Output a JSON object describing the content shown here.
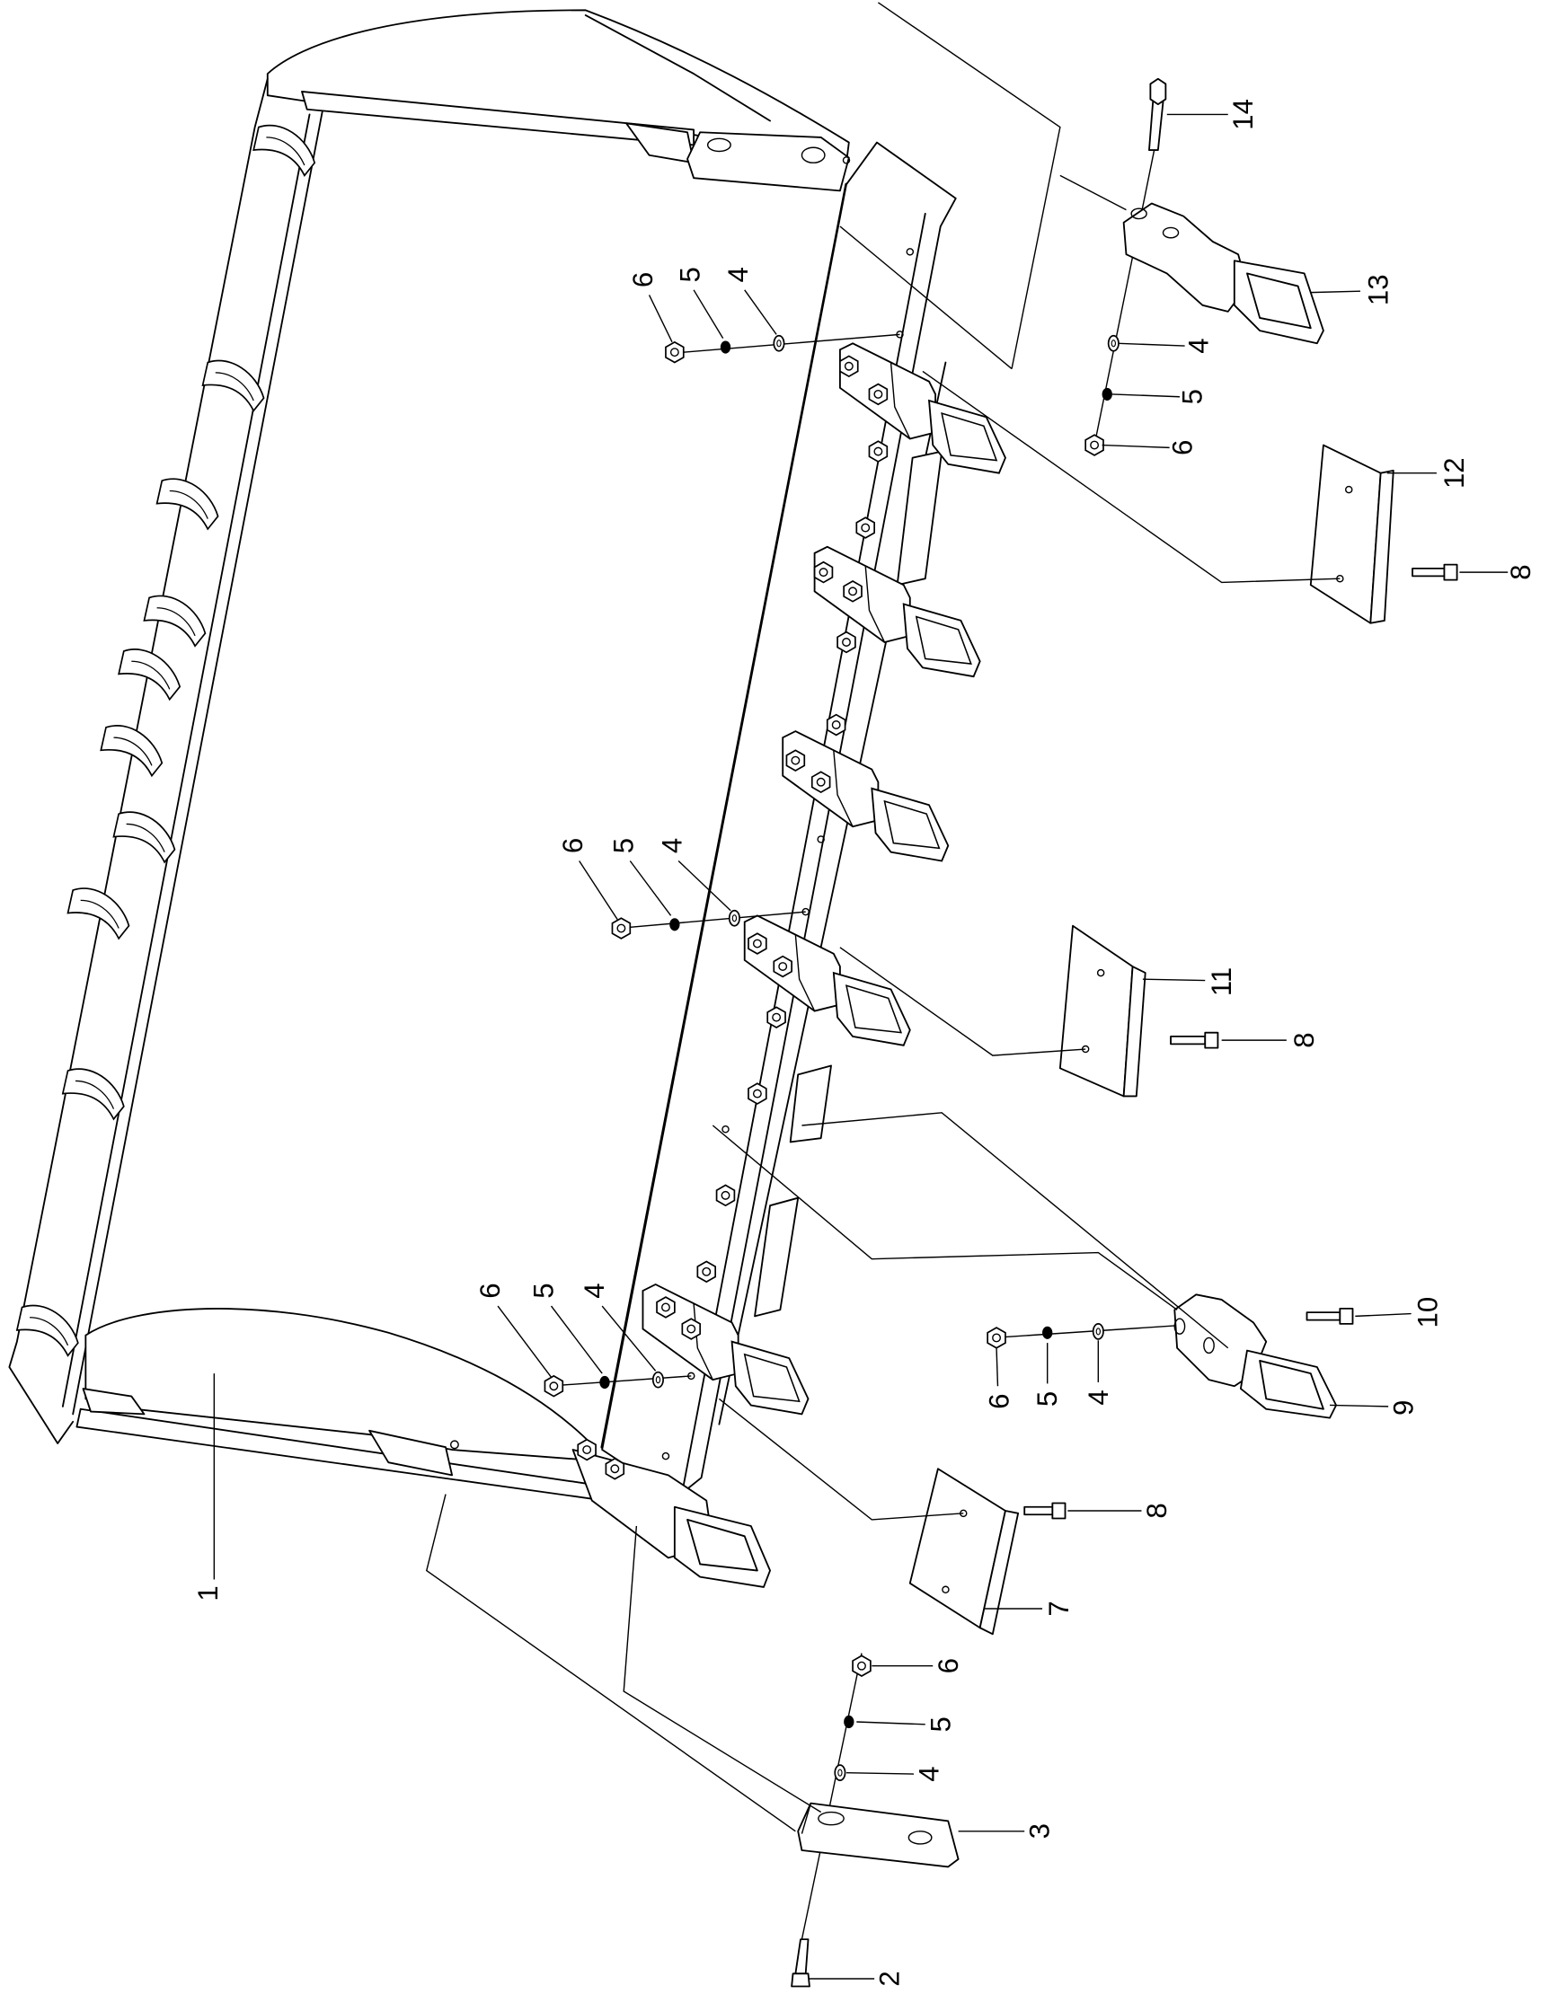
{
  "diagram": {
    "colors": {
      "line": "#000000",
      "background": "#ffffff"
    },
    "callouts": [
      "14",
      "13",
      "4",
      "5",
      "6",
      "12",
      "8",
      "6",
      "5",
      "4",
      "6",
      "5",
      "4",
      "6",
      "5",
      "4",
      "1",
      "11",
      "8",
      "10",
      "9",
      "6",
      "5",
      "4",
      "8",
      "7",
      "6",
      "5",
      "4",
      "3",
      "2"
    ]
  }
}
